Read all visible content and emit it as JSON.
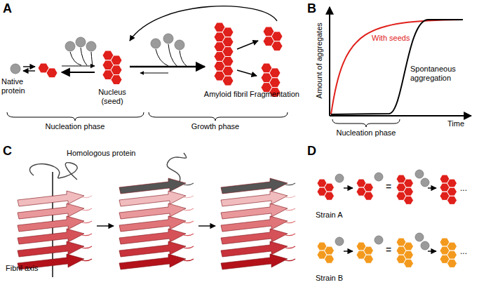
{
  "diagram": {
    "labels": [
      "A",
      "Native protein",
      "Nucleus (seed)",
      "Amyloid fibril",
      "Fragmentation",
      "Nucleation phase",
      "Growth phase",
      "B",
      "Amount of aggregates",
      "With seeds",
      "Spontaneous aggregation",
      "Time",
      "Nucleation phase",
      "C",
      "Homologous protein",
      "Fibril axis",
      "D",
      "Strain A",
      "=",
      "...",
      "Strain B",
      "=",
      "..."
    ]
  }
}
